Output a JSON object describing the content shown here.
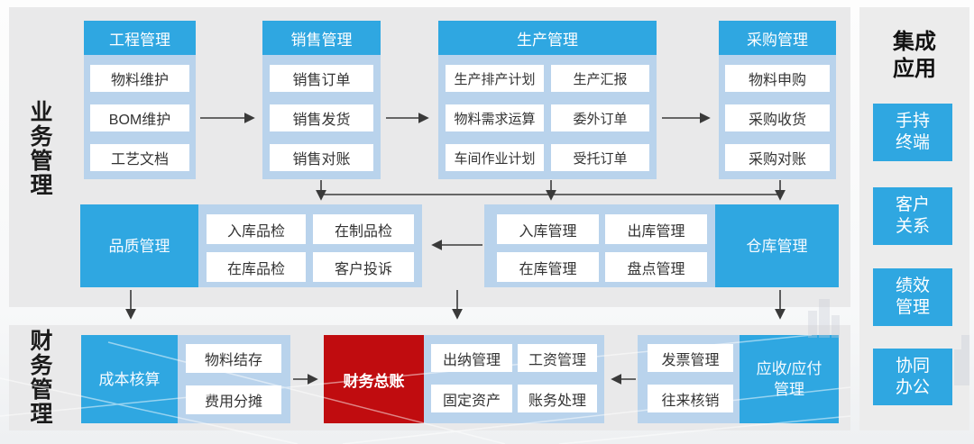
{
  "palette": {
    "accent_blue": "#2fa7e1",
    "light_blue_container": "#b9d3ec",
    "ledger_red": "#c00c0f",
    "band_gray": "#e9e9ea",
    "arrow_dark": "#3a3a3a",
    "box_text": "#333333"
  },
  "labels": {
    "business": "业务管理",
    "finance": "财务管理"
  },
  "top_columns": [
    {
      "header": "工程管理",
      "items": [
        "物料维护",
        "BOM维护",
        "工艺文档"
      ]
    },
    {
      "header": "销售管理",
      "items": [
        "销售订单",
        "销售发货",
        "销售对账"
      ]
    },
    {
      "header": "生产管理",
      "items_left": [
        "生产排产计划",
        "物料需求运算",
        "车间作业计划"
      ],
      "items_right": [
        "生产汇报",
        "委外订单",
        "受托订单"
      ]
    },
    {
      "header": "采购管理",
      "items": [
        "物料申购",
        "采购收货",
        "采购对账"
      ]
    }
  ],
  "middle": {
    "quality": {
      "title": "品质管理",
      "items": [
        "入库品检",
        "在制品检",
        "在库品检",
        "客户投诉"
      ]
    },
    "warehouse": {
      "title": "仓库管理",
      "items": [
        "入库管理",
        "出库管理",
        "在库管理",
        "盘点管理"
      ]
    }
  },
  "bottom": {
    "cost": {
      "title": "成本核算",
      "items": [
        "物料结存",
        "费用分摊"
      ]
    },
    "ledger": {
      "title": "财务总账"
    },
    "cashier": {
      "items": [
        "出纳管理",
        "工资管理",
        "固定资产",
        "账务处理"
      ]
    },
    "receivable": {
      "title_lines": [
        "应收/应付",
        "管理"
      ],
      "items": [
        "发票管理",
        "往来核销"
      ]
    }
  },
  "right_panel": {
    "title_lines": [
      "集成",
      "应用"
    ],
    "boxes": [
      {
        "lines": [
          "手持",
          "终端"
        ]
      },
      {
        "lines": [
          "客户",
          "关系"
        ]
      },
      {
        "lines": [
          "绩效",
          "管理"
        ]
      },
      {
        "lines": [
          "协同",
          "办公"
        ]
      }
    ]
  }
}
